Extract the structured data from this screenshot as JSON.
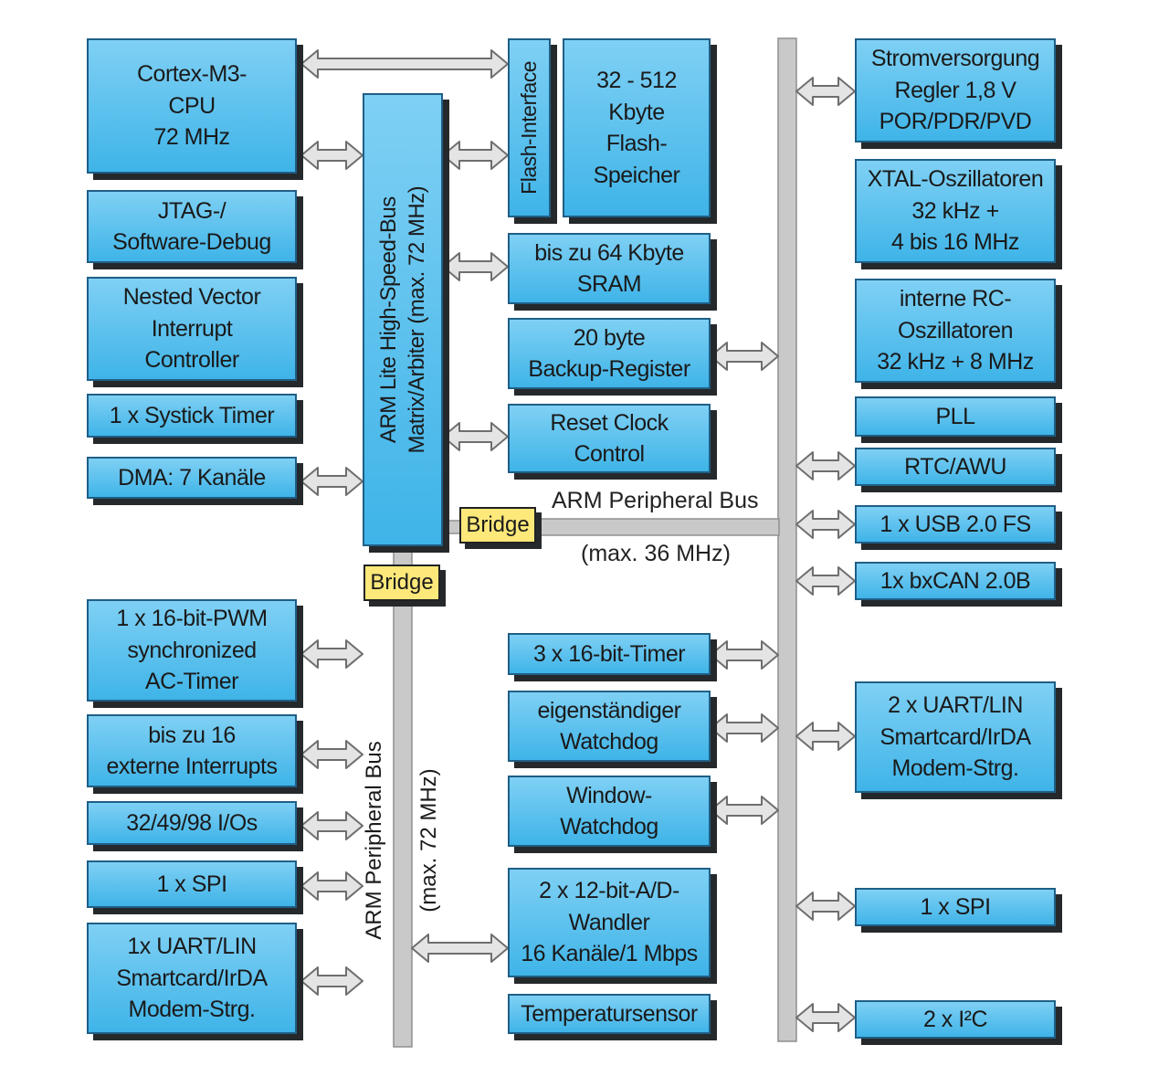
{
  "left_top_blocks": [
    {
      "id": "cpu",
      "lines": [
        "Cortex-M3-",
        "CPU",
        "72 MHz"
      ]
    },
    {
      "id": "jtag",
      "lines": [
        "JTAG-/",
        "Software-Debug"
      ]
    },
    {
      "id": "nvic",
      "lines": [
        "Nested Vector",
        "Interrupt",
        "Controller"
      ]
    },
    {
      "id": "systick",
      "lines": [
        "1 x Systick Timer"
      ]
    },
    {
      "id": "dma",
      "lines": [
        "DMA: 7 Kanäle"
      ]
    }
  ],
  "left_bottom_blocks": [
    {
      "id": "pwm",
      "lines": [
        "1 x 16-bit-PWM",
        "synchronized",
        "AC-Timer"
      ]
    },
    {
      "id": "ext-int",
      "lines": [
        "bis zu 16",
        "externe Interrupts"
      ]
    },
    {
      "id": "ios",
      "lines": [
        "32/49/98 I/Os"
      ]
    },
    {
      "id": "spi-left",
      "lines": [
        "1 x SPI"
      ]
    },
    {
      "id": "uart-left",
      "lines": [
        "1x UART/LIN",
        "Smartcard/IrDA",
        "Modem-Strg."
      ]
    }
  ],
  "center_blocks": [
    {
      "id": "flash-mem",
      "lines": [
        "32 - 512",
        "Kbyte",
        "Flash-",
        "Speicher"
      ]
    },
    {
      "id": "sram",
      "lines": [
        "bis zu 64 Kbyte",
        "SRAM"
      ]
    },
    {
      "id": "backup",
      "lines": [
        "20 byte",
        "Backup-Register"
      ]
    },
    {
      "id": "rcc",
      "lines": [
        "Reset Clock",
        "Control"
      ]
    },
    {
      "id": "timer3",
      "lines": [
        "3 x 16-bit-Timer"
      ]
    },
    {
      "id": "iwdg",
      "lines": [
        "eigenständiger",
        "Watchdog"
      ]
    },
    {
      "id": "wwdg",
      "lines": [
        "Window-",
        "Watchdog"
      ]
    },
    {
      "id": "adc",
      "lines": [
        "2 x 12-bit-A/D-",
        "Wandler",
        "16 Kanäle/1 Mbps"
      ]
    },
    {
      "id": "temp",
      "lines": [
        "Temperatursensor"
      ]
    }
  ],
  "right_blocks": [
    {
      "id": "power",
      "lines": [
        "Stromversorgung",
        "Regler 1,8 V",
        "POR/PDR/PVD"
      ]
    },
    {
      "id": "xtal",
      "lines": [
        "XTAL-Oszillatoren",
        "32 kHz +",
        "4 bis 16 MHz"
      ]
    },
    {
      "id": "rc-osc",
      "lines": [
        "interne RC-",
        "Oszillatoren",
        "32 kHz + 8 MHz"
      ]
    },
    {
      "id": "pll",
      "lines": [
        "PLL"
      ]
    },
    {
      "id": "rtc",
      "lines": [
        "RTC/AWU"
      ]
    },
    {
      "id": "usb",
      "lines": [
        "1 x USB 2.0 FS"
      ]
    },
    {
      "id": "can",
      "lines": [
        "1x bxCAN 2.0B"
      ]
    },
    {
      "id": "uart-right",
      "lines": [
        "2 x UART/LIN",
        "Smartcard/IrDA",
        "Modem-Strg."
      ]
    },
    {
      "id": "spi-right",
      "lines": [
        "1 x SPI"
      ]
    },
    {
      "id": "i2c",
      "lines": [
        "2 x I²C"
      ]
    }
  ],
  "flash_interface": "Flash-Interface",
  "ahb_bus": {
    "line1": "ARM Lite High-Speed-Bus",
    "line2": "Matrix/Arbiter (max. 72 MHz)"
  },
  "bridge_label": "Bridge",
  "apb2": {
    "name": "ARM Peripheral Bus",
    "freq": "(max. 72 MHz)"
  },
  "apb1": {
    "name": "ARM Peripheral Bus",
    "freq": "(max. 36 MHz)"
  },
  "colors": {
    "block": "#3fb4e8",
    "block_light": "#7fd0f4",
    "bridge": "#fde87a",
    "bus": "#c9c9c9",
    "shadow": "#26292c"
  }
}
